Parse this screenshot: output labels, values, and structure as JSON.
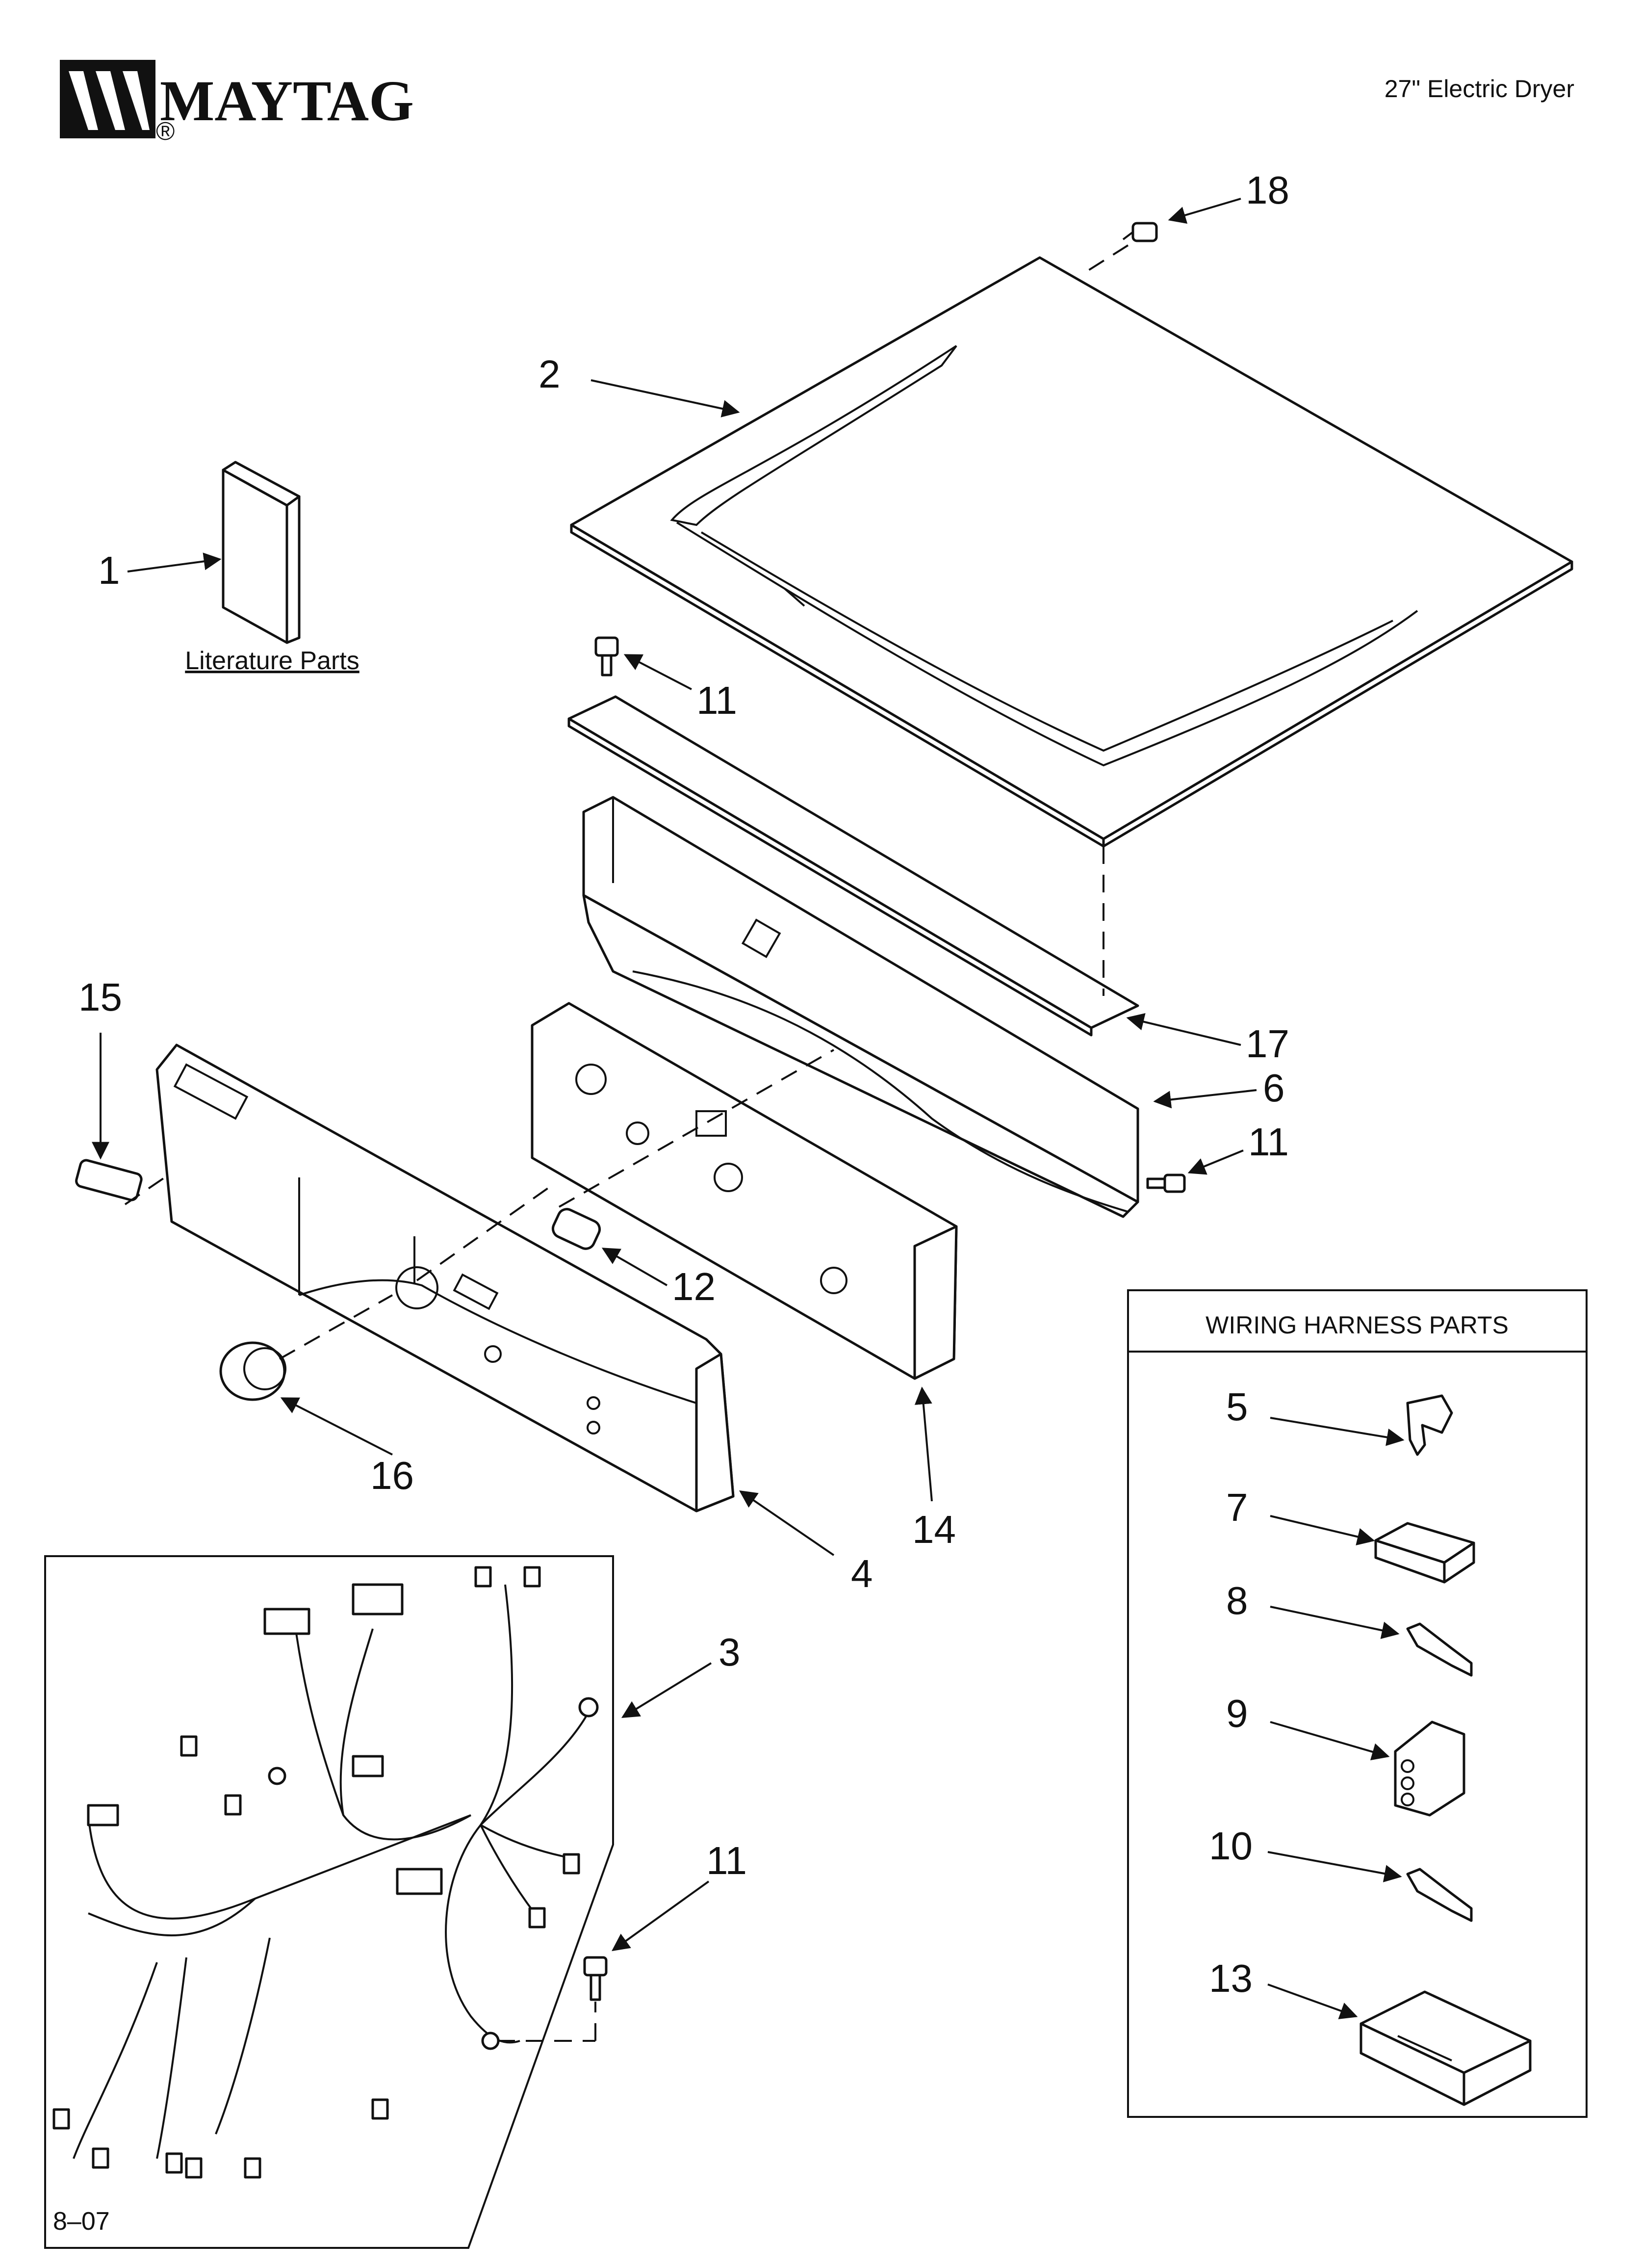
{
  "header": {
    "brand": "MAYTAG",
    "registered_mark": "®",
    "model_title": "27\" Electric Dryer"
  },
  "footer": {
    "page_code": "8–07"
  },
  "literature": {
    "label": "Literature Parts"
  },
  "wiring_harness": {
    "title": "WIRING HARNESS PARTS"
  },
  "callouts": {
    "c1": "1",
    "c2": "2",
    "c3": "3",
    "c4": "4",
    "c5": "5",
    "c6": "6",
    "c7": "7",
    "c8": "8",
    "c9": "9",
    "c10": "10",
    "c11a": "11",
    "c11b": "11",
    "c11c": "11",
    "c12": "12",
    "c13": "13",
    "c14": "14",
    "c15": "15",
    "c16": "16",
    "c17": "17",
    "c18": "18"
  }
}
